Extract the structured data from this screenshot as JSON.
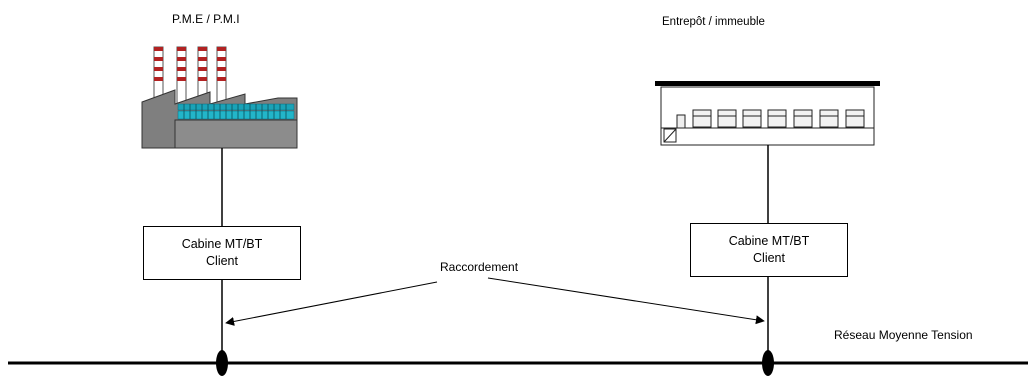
{
  "buildings": {
    "left_title": "P.M.E / P.M.I",
    "right_title": "Entrepôt / immeuble"
  },
  "cabins": {
    "left": {
      "line1": "Cabine MT/BT",
      "line2": "Client"
    },
    "right": {
      "line1": "Cabine MT/BT",
      "line2": "Client"
    }
  },
  "connection_label": "Raccordement",
  "network_label": "Réseau Moyenne Tension"
}
